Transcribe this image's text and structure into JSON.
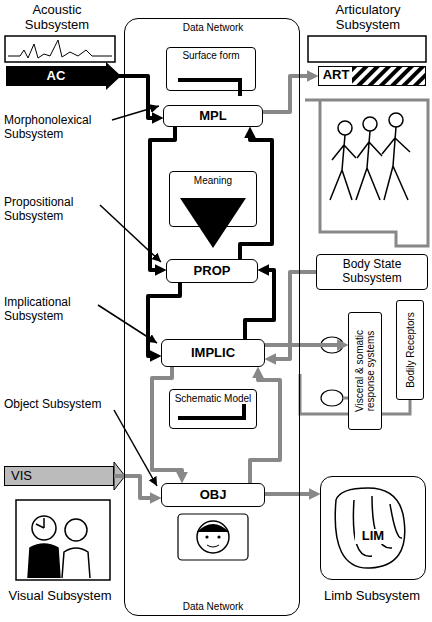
{
  "diagram": {
    "nodes": [
      {
        "text": [
          "Data Network",
          "Data Network"
        ]
      },
      {
        "text": [
          "Surface form"
        ],
        "in": 0
      },
      {
        "text": [
          "MPL"
        ],
        "in": 0
      },
      {
        "text": [
          "Meaning"
        ],
        "in": 0
      },
      {
        "text": [
          "PROP"
        ],
        "in": 0
      },
      {
        "text": [
          "IMPLIC"
        ],
        "in": 0
      },
      {
        "text": [
          "Schematic Model"
        ],
        "in": 0
      },
      {
        "text": [
          "OBJ"
        ],
        "in": 0
      },
      {
        "text": [
          "Acoustic Subsystem",
          "AC"
        ]
      },
      {
        "text": [
          "Articulatory Subsystem",
          "ART"
        ]
      },
      {
        "text": [
          "Body State Subsystem"
        ]
      },
      {
        "text": [
          "Visceral & somatic response systems"
        ]
      },
      {
        "text": [
          "Bodily Receptors"
        ]
      },
      {
        "text": [
          "VIS",
          "Visual Subsystem"
        ]
      },
      {
        "text": [
          "LIM",
          "Limb Subsystem"
        ]
      }
    ],
    "edges": [
      {
        "from": 8,
        "to": 2,
        "arrow": "to"
      },
      {
        "from": 2,
        "to": 9,
        "arrow": "to"
      },
      {
        "from": 2,
        "to": 4,
        "arrow": "to"
      },
      {
        "from": 4,
        "to": 2,
        "arrow": "to"
      },
      {
        "from": 4,
        "to": 5,
        "arrow": "to"
      },
      {
        "from": 5,
        "to": 4,
        "arrow": "to"
      },
      {
        "from": 5,
        "to": 11,
        "arrow": "to"
      },
      {
        "from": 10,
        "to": 5,
        "arrow": "to"
      },
      {
        "from": 13,
        "to": 7,
        "arrow": "to"
      },
      {
        "from": 7,
        "to": 14,
        "arrow": "to"
      },
      {
        "from": 7,
        "to": 5,
        "arrow": "to"
      },
      {
        "from": 5,
        "to": 7,
        "arrow": "to"
      }
    ],
    "labels": [
      "Morphonolexical Subsystem",
      "Propositional Subsystem",
      "Implicational Subsystem",
      "Object Subsystem"
    ]
  }
}
